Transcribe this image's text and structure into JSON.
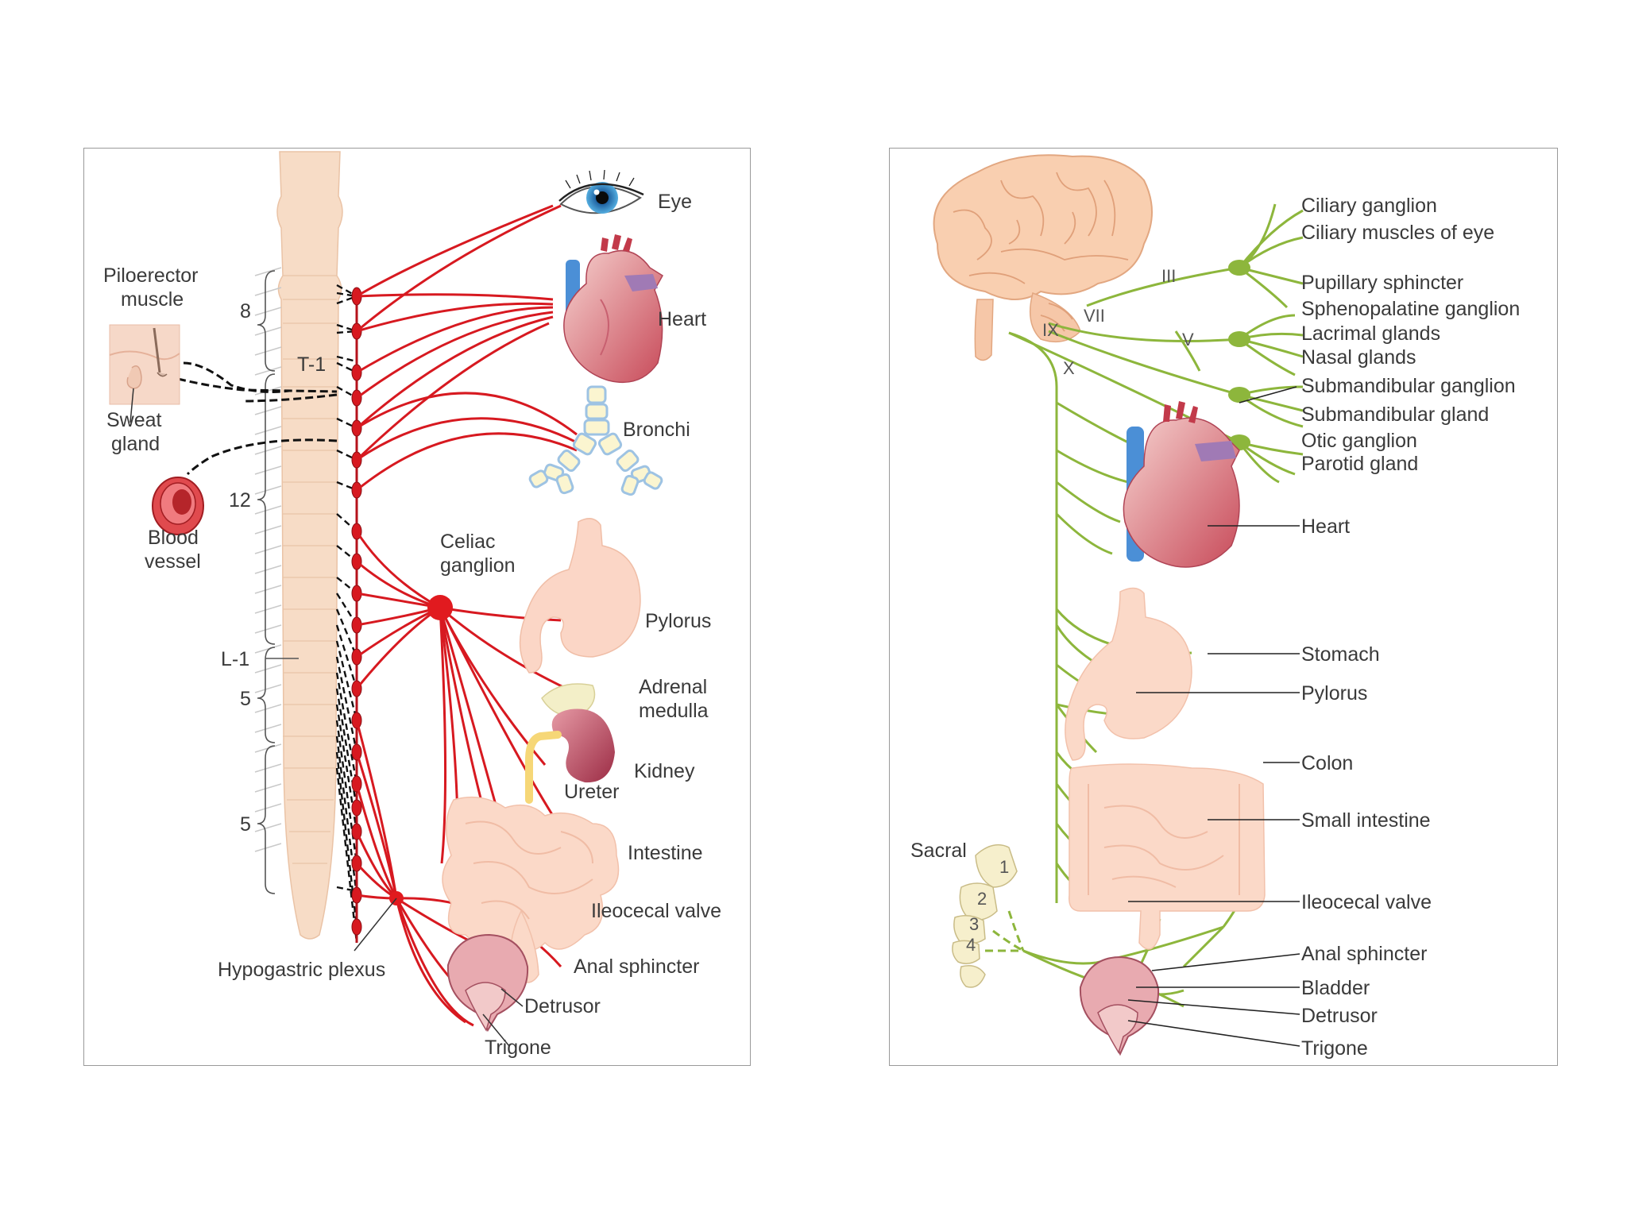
{
  "sympathetic": {
    "labels": {
      "eye": "Eye",
      "heart": "Heart",
      "bronchi": "Bronchi",
      "piloerector_1": "Piloerector",
      "piloerector_2": "muscle",
      "sweat_1": "Sweat",
      "sweat_2": "gland",
      "blood_1": "Blood",
      "blood_2": "vessel",
      "celiac_1": "Celiac",
      "celiac_2": "ganglion",
      "pylorus": "Pylorus",
      "adrenal_1": "Adrenal",
      "adrenal_2": "medulla",
      "kidney": "Kidney",
      "ureter": "Ureter",
      "intestine": "Intestine",
      "ileocecal": "Ileocecal valve",
      "anal": "Anal sphincter",
      "hypogastric": "Hypogastric plexus",
      "detrusor": "Detrusor",
      "trigone": "Trigone"
    },
    "spine_labels": {
      "c8": "8",
      "t1": "T-1",
      "t12": "12",
      "l1": "L-1",
      "l5": "5",
      "s5": "5"
    }
  },
  "parasympathetic": {
    "labels": {
      "ciliary_ganglion": "Ciliary ganglion",
      "ciliary_muscles": "Ciliary muscles of eye",
      "pupillary": "Pupillary sphincter",
      "sphenopalatine": "Sphenopalatine ganglion",
      "lacrimal": "Lacrimal glands",
      "nasal": "Nasal glands",
      "submandibular_ganglion": "Submandibular ganglion",
      "submandibular_gland": "Submandibular gland",
      "otic": "Otic ganglion",
      "parotid": "Parotid gland",
      "heart": "Heart",
      "stomach": "Stomach",
      "pylorus": "Pylorus",
      "colon": "Colon",
      "small_intestine": "Small intestine",
      "ileocecal": "Ileocecal valve",
      "anal": "Anal sphincter",
      "bladder": "Bladder",
      "detrusor": "Detrusor",
      "trigone": "Trigone",
      "sacral": "Sacral"
    },
    "cranial_nerves": {
      "iii": "III",
      "vii": "VII",
      "ix": "IX",
      "v": "V",
      "x": "X"
    },
    "sacral_segments": [
      "1",
      "2",
      "3",
      "4"
    ]
  },
  "colors": {
    "sympathetic": "#d71920",
    "parasympathetic": "#8db63c",
    "organ_pink": "#f5c7b4",
    "spine": "#f7dcc6"
  }
}
